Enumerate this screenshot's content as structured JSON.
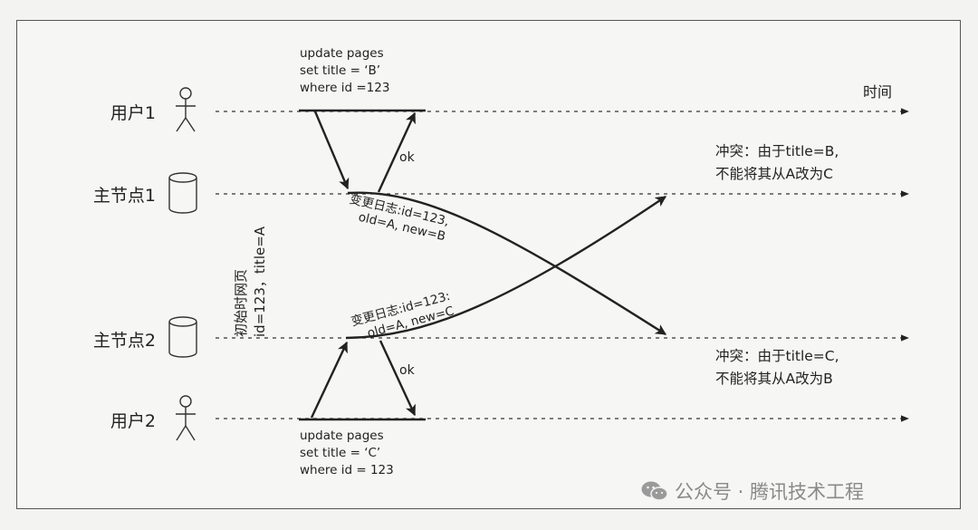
{
  "actors": {
    "user1": "用户1",
    "leader1": "主节点1",
    "leader2": "主节点2",
    "user2": "用户2"
  },
  "time_label": "时间",
  "statements": {
    "user1": [
      "update pages",
      "set title = ‘B’",
      "where id =123"
    ],
    "user2": [
      "update pages",
      "set title = ‘C’",
      "where id = 123"
    ]
  },
  "ok_label": "ok",
  "changelogs": {
    "leader1": [
      "变更日志:id=123,",
      "old=A, new=B"
    ],
    "leader2": [
      "变更日志:id=123:",
      "old=A, new=C"
    ]
  },
  "initial_page": [
    "初始时网页",
    "id=123，title=A"
  ],
  "conflicts": {
    "leader1": [
      "冲突：由于title=B,",
      "不能将其从A改为C"
    ],
    "leader2": [
      "冲突：由于title=C,",
      "不能将其从A改为B"
    ]
  },
  "icons": {
    "user1": "stick-figure-icon",
    "leader1": "database-cylinder-icon",
    "leader2": "database-cylinder-icon",
    "user2": "stick-figure-icon",
    "watermark": "wechat-logo-icon"
  },
  "watermark": "公众号 · 腾讯技术工程",
  "colors": {
    "ink": "#222222",
    "background": "#f6f6f4",
    "watermark": "#8a8a8a"
  }
}
